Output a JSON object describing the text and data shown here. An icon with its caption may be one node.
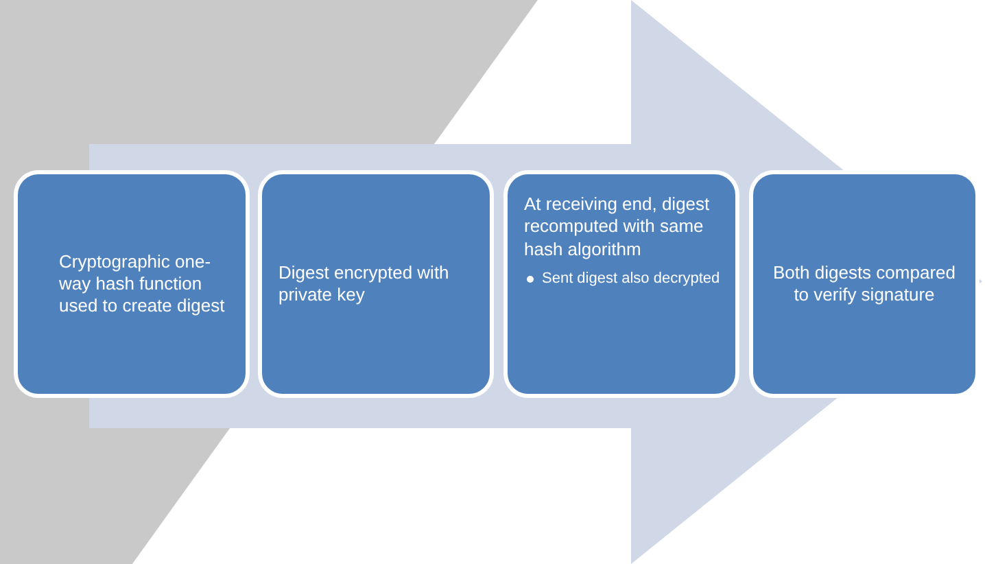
{
  "diagram": {
    "nodes": [
      {
        "text": [
          "Cryptographic one-way hash function used to create digest"
        ]
      },
      {
        "text": [
          "Digest encrypted with private key"
        ]
      },
      {
        "text": [
          "At receiving end, digest recomputed with same hash algorithm",
          "Sent digest also decrypted"
        ]
      },
      {
        "text": [
          "Both digests compared to verify signature"
        ]
      }
    ],
    "edges": [
      {
        "from": 0,
        "to": 3,
        "arrow": "to"
      }
    ]
  }
}
